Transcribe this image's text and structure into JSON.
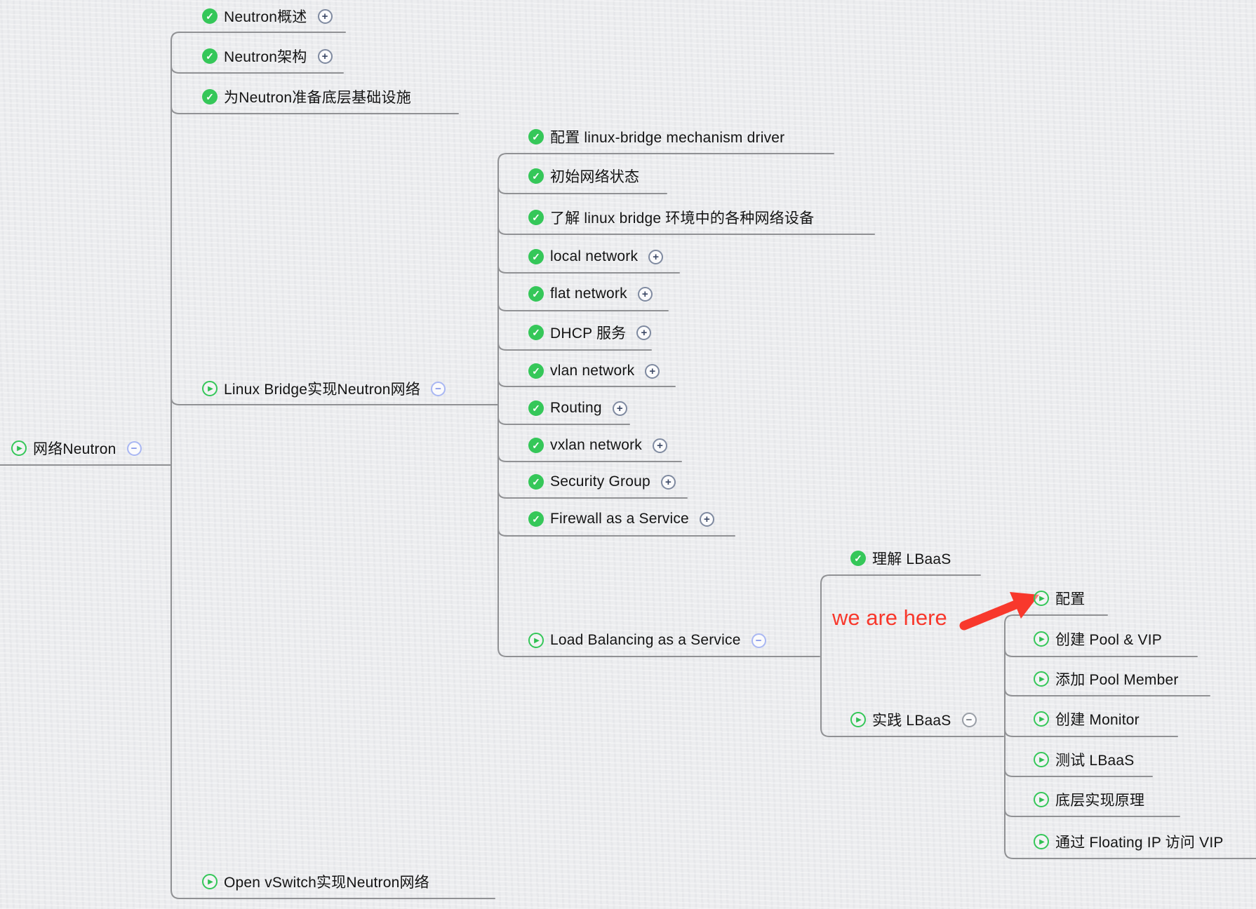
{
  "background": {
    "color": "#ECEDEF"
  },
  "colors": {
    "topic_green": "#35C759",
    "line_gray": "#909194",
    "annotation_red": "#F8382C",
    "expand_button_border": "#7F8AA0",
    "collapse_button_blue": "#A9B7F3",
    "collapse_button_gray": "#999EA6"
  },
  "icons": {
    "completed": "✓",
    "in_progress": "▶",
    "expand": "+",
    "collapse": "−"
  },
  "annotation": {
    "label": "we are here"
  },
  "root": {
    "label": "网络Neutron",
    "status": "in-progress",
    "toggle": "collapse",
    "children": [
      {
        "label": "Neutron概述",
        "status": "completed",
        "toggle": "expand"
      },
      {
        "label": "Neutron架构",
        "status": "completed",
        "toggle": "expand"
      },
      {
        "label": "为Neutron准备底层基础设施",
        "status": "completed"
      },
      {
        "label": "Linux Bridge实现Neutron网络",
        "status": "in-progress",
        "toggle": "collapse",
        "children": [
          {
            "label": "配置 linux-bridge mechanism driver",
            "status": "completed"
          },
          {
            "label": "初始网络状态",
            "status": "completed"
          },
          {
            "label": "了解 linux bridge 环境中的各种网络设备",
            "status": "completed"
          },
          {
            "label": "local network",
            "status": "completed",
            "toggle": "expand"
          },
          {
            "label": "flat network",
            "status": "completed",
            "toggle": "expand"
          },
          {
            "label": "DHCP 服务",
            "status": "completed",
            "toggle": "expand"
          },
          {
            "label": "vlan network",
            "status": "completed",
            "toggle": "expand"
          },
          {
            "label": "Routing",
            "status": "completed",
            "toggle": "expand"
          },
          {
            "label": "vxlan network",
            "status": "completed",
            "toggle": "expand"
          },
          {
            "label": "Security Group",
            "status": "completed",
            "toggle": "expand"
          },
          {
            "label": "Firewall as a Service",
            "status": "completed",
            "toggle": "expand"
          },
          {
            "label": "Load Balancing as a Service",
            "status": "in-progress",
            "toggle": "collapse",
            "children": [
              {
                "label": "理解 LBaaS",
                "status": "completed"
              },
              {
                "label": "实践 LBaaS",
                "status": "in-progress",
                "toggle": "collapse",
                "children": [
                  {
                    "label": "配置",
                    "status": "in-progress"
                  },
                  {
                    "label": "创建 Pool & VIP",
                    "status": "in-progress"
                  },
                  {
                    "label": "添加 Pool Member",
                    "status": "in-progress"
                  },
                  {
                    "label": "创建 Monitor",
                    "status": "in-progress"
                  },
                  {
                    "label": "测试 LBaaS",
                    "status": "in-progress"
                  },
                  {
                    "label": "底层实现原理",
                    "status": "in-progress"
                  },
                  {
                    "label": "通过 Floating IP 访问 VIP",
                    "status": "in-progress"
                  }
                ]
              }
            ]
          }
        ]
      },
      {
        "label": "Open vSwitch实现Neutron网络",
        "status": "in-progress"
      }
    ]
  }
}
